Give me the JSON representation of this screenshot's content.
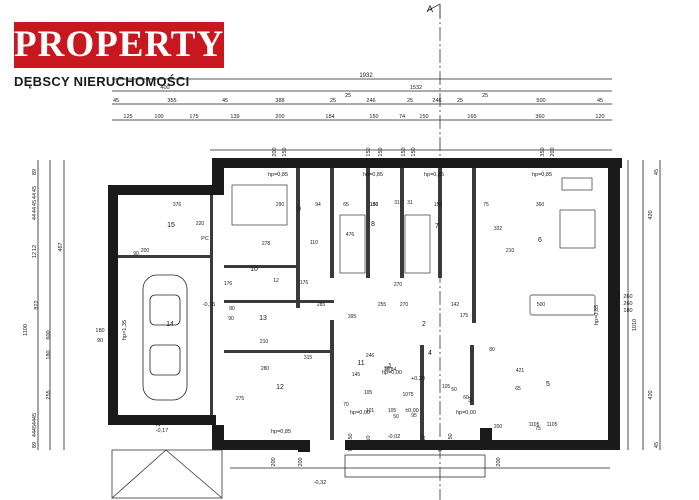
{
  "logo": {
    "title": "PROPERTY",
    "subtitle": "DĘBSCY NIERUCHOMOŚCI"
  },
  "section_marker": "A",
  "colors": {
    "wall": "#1a1a1a",
    "logo_red": "#c8171e",
    "line": "#222222"
  },
  "dimensions": {
    "overall_width": "1932",
    "top_row_1": [
      "400",
      "25",
      "1532",
      "25"
    ],
    "top_row_2": [
      "45",
      "355",
      "45",
      "388",
      "25",
      "246",
      "25",
      "246",
      "25",
      "500",
      "45"
    ],
    "top_row_3": [
      "125",
      "100",
      "175",
      "139",
      "200",
      "184",
      "150",
      "74",
      "150",
      "165",
      "360",
      "120"
    ],
    "wall_top": [
      "200",
      "150",
      "150",
      "150",
      "150",
      "150",
      "350",
      "200"
    ],
    "left_side": [
      "89",
      "45",
      "44",
      "45",
      "44",
      "44",
      "467",
      "12",
      "12",
      "1100",
      "822",
      "600",
      "180",
      "255",
      "45",
      "44",
      "45",
      "44",
      "89",
      "180",
      "90"
    ],
    "right_side": [
      "45",
      "420",
      "1010",
      "260",
      "260",
      "180",
      "420",
      "45"
    ],
    "bottom": [
      "275",
      "200",
      "200",
      "150",
      "70",
      "210",
      "210",
      "70",
      "150",
      "200"
    ],
    "interior": [
      "376",
      "220",
      "200",
      "90",
      "278",
      "110",
      "176",
      "94",
      "290",
      "476",
      "186",
      "65",
      "150",
      "31",
      "31",
      "150",
      "75",
      "360",
      "332",
      "285",
      "270",
      "270",
      "142",
      "175",
      "255",
      "395",
      "500",
      "421",
      "246",
      "145",
      "105",
      "70",
      "105",
      "50",
      "80",
      "90",
      "210",
      "280",
      "275",
      "315",
      "12",
      "176",
      "210",
      "36",
      "1075",
      "12,84",
      "1105",
      "1105",
      "75",
      "200",
      "80",
      "65",
      "60",
      "101",
      "105",
      "50",
      "95",
      "20"
    ]
  },
  "levels": [
    "-0,15",
    "-0,17",
    "-0,02",
    "-0,32",
    "+0,30",
    "±0,00"
  ],
  "rooms": [
    "1",
    "2",
    "3",
    "4",
    "5",
    "6",
    "7",
    "8",
    "9",
    "10",
    "11",
    "12",
    "13",
    "14",
    "15"
  ],
  "labels": [
    "PC",
    "hp=0,85",
    "hp=1,35",
    "hp=0,00",
    "hp=0,85",
    "hp=0,85",
    "hp=0,85",
    "hp=0,00",
    "hp=0,00",
    "hp=0,85",
    "hp=0,85"
  ]
}
